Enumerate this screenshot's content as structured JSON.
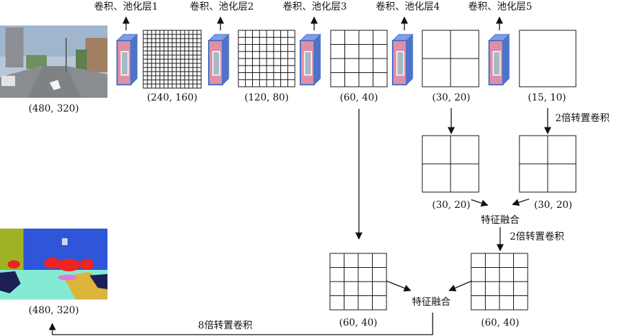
{
  "top_layer_labels": [
    "卷积、池化层1",
    "卷积、池化层2",
    "卷积、池化层3",
    "卷积、池化层4",
    "卷积、池化层5"
  ],
  "sizes": {
    "input": "(480, 320)",
    "fm1": "(240, 160)",
    "fm2": "(120, 80)",
    "fm3": "(60, 40)",
    "fm4": "(30, 20)",
    "fm5": "(15, 10)",
    "fuse1_left": "(30, 20)",
    "fuse1_right": "(30, 20)",
    "fuse2_left": "(60, 40)",
    "fuse2_right": "(60, 40)",
    "output": "(480, 320)"
  },
  "upsample_2x_a": "2倍转置卷积",
  "upsample_2x_b": "2倍转置卷积",
  "upsample_8x": "8倍转置卷积",
  "fusion_a": "特征融合",
  "fusion_b": "特征融合",
  "colors": {
    "layer_block_face": "#df8fa6",
    "layer_block_edge": "#4e73c9",
    "layer_block_inner": "#a6b9c4",
    "seg_sky": "#2f56d9",
    "seg_road": "#85ead4",
    "seg_vegetation": "#9fb224",
    "seg_car": "#ee2323",
    "seg_dark": "#1b1f55",
    "seg_sidewalk": "#ddb33b"
  }
}
